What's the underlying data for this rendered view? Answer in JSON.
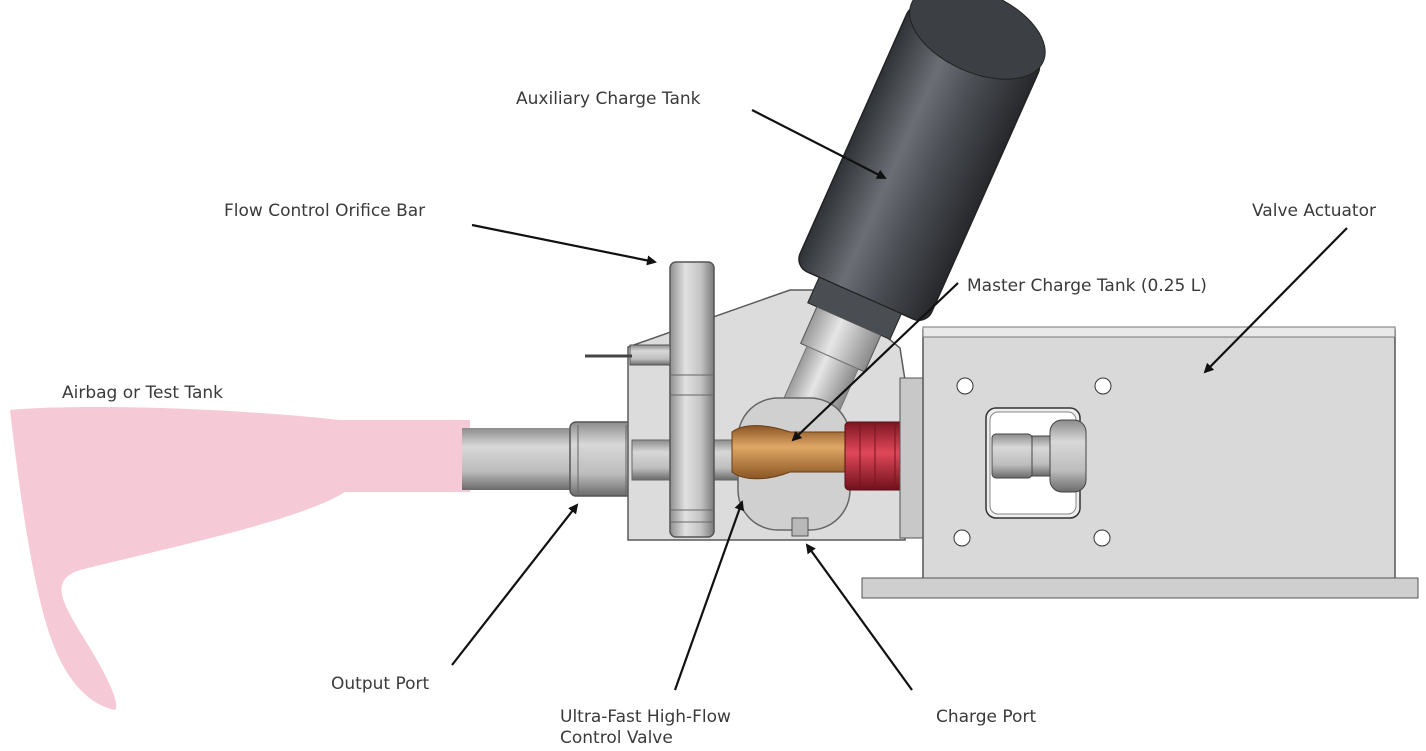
{
  "labels": {
    "auxiliary_charge_tank": "Auxiliary Charge Tank",
    "flow_control_orifice_bar": "Flow Control Orifice Bar",
    "valve_actuator": "Valve Actuator",
    "master_charge_tank": "Master Charge Tank (0.25 L)",
    "airbag_or_test_tank": "Airbag or Test Tank",
    "output_port": "Output Port",
    "ultra_fast_valve_line1": "Ultra-Fast High-Flow",
    "ultra_fast_valve_line2": "Control Valve",
    "charge_port": "Charge Port"
  },
  "colors": {
    "airbag": "#f5c9d6",
    "metal_light": "#d9d9d9",
    "metal_mid": "#a6a6a6",
    "metal_dark": "#6b6b6b",
    "tank_dark": "#4a4d52",
    "copper": "#c98a4a",
    "red_fitting": "#c0283a",
    "arrow": "#111111",
    "text": "#3a3a3a"
  }
}
